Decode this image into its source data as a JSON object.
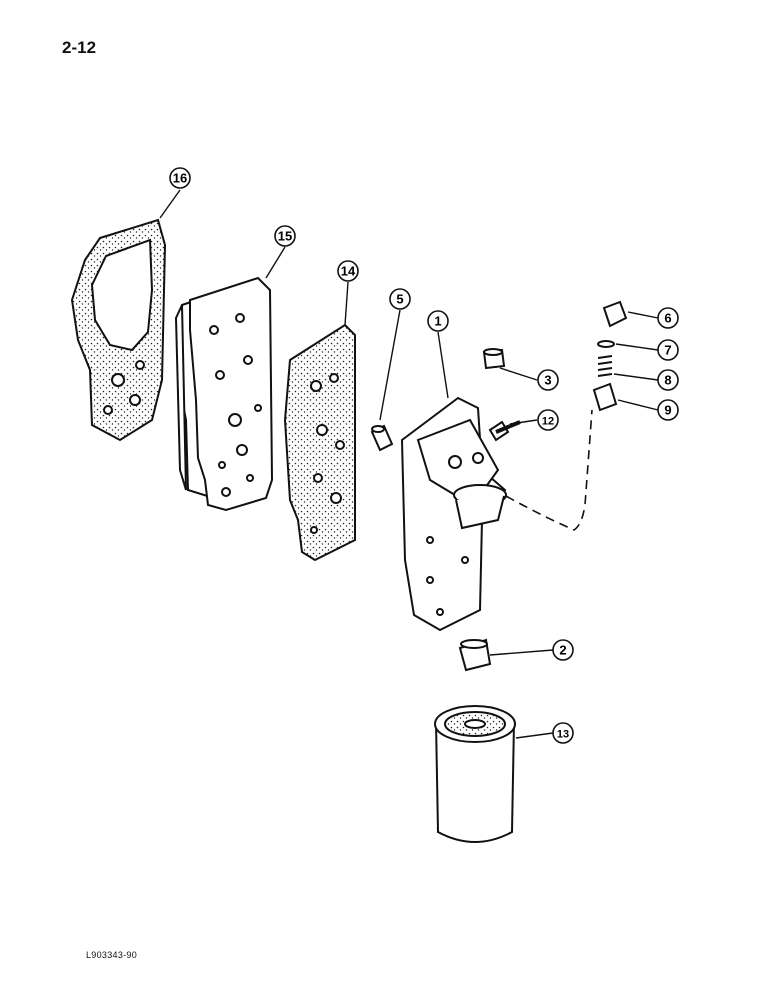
{
  "page": {
    "number": "2-12",
    "figure_code": "L903343-90"
  },
  "callouts": [
    {
      "id": "c1",
      "label": "1"
    },
    {
      "id": "c2",
      "label": "2"
    },
    {
      "id": "c3",
      "label": "3"
    },
    {
      "id": "c5",
      "label": "5"
    },
    {
      "id": "c6",
      "label": "6"
    },
    {
      "id": "c7",
      "label": "7"
    },
    {
      "id": "c8",
      "label": "8"
    },
    {
      "id": "c9",
      "label": "9"
    },
    {
      "id": "c12",
      "label": "12"
    },
    {
      "id": "c13",
      "label": "13"
    },
    {
      "id": "c14",
      "label": "14"
    },
    {
      "id": "c15",
      "label": "15"
    },
    {
      "id": "c16",
      "label": "16"
    }
  ]
}
